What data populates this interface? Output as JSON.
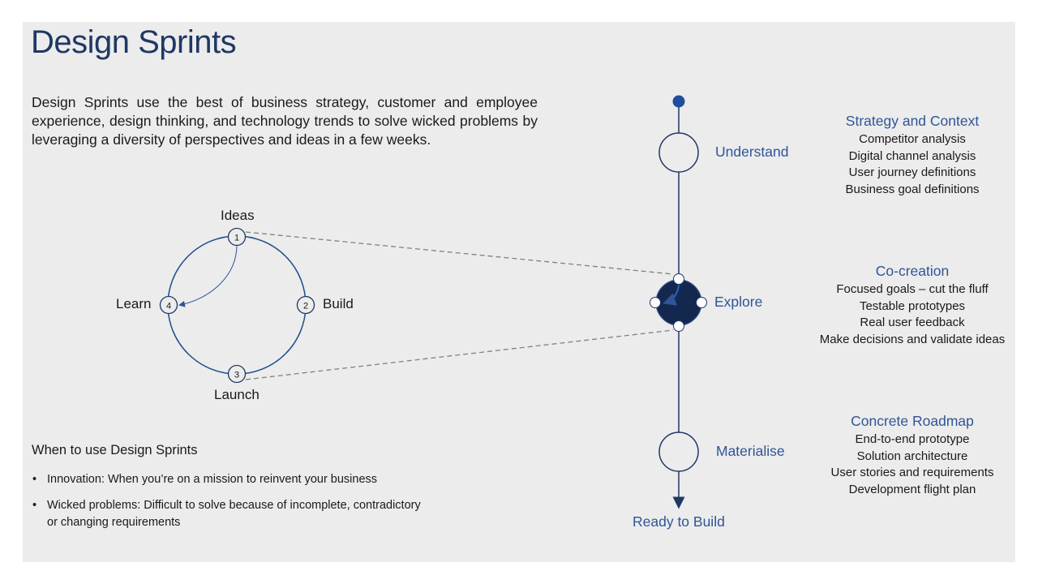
{
  "title": "Design Sprints",
  "intro": "Design Sprints use the best of business strategy, customer and employee experience, design thinking, and technology trends to solve wicked problems by leveraging a diversity of perspectives and ideas in a few weeks.",
  "cycle": {
    "steps": [
      {
        "number": "1",
        "label": "Ideas"
      },
      {
        "number": "2",
        "label": "Build"
      },
      {
        "number": "3",
        "label": "Launch"
      },
      {
        "number": "4",
        "label": "Learn"
      }
    ]
  },
  "timeline": {
    "stages": [
      {
        "label": "Understand"
      },
      {
        "label": "Explore"
      },
      {
        "label": "Materialise"
      }
    ],
    "end_label": "Ready to Build"
  },
  "details": [
    {
      "heading": "Strategy and Context",
      "items": [
        "Competitor analysis",
        "Digital channel analysis",
        "User journey definitions",
        "Business goal definitions"
      ]
    },
    {
      "heading": "Co-creation",
      "items": [
        "Focused goals – cut the fluff",
        "Testable prototypes",
        "Real user feedback",
        "Make decisions and validate ideas"
      ]
    },
    {
      "heading": "Concrete Roadmap",
      "items": [
        "End-to-end prototype",
        "Solution architecture",
        "User stories and requirements",
        "Development flight plan"
      ]
    }
  ],
  "when": {
    "heading": "When to use Design Sprints",
    "bullet_symbol": "•",
    "bullets": [
      "Innovation: When you’re on a mission to reinvent your business",
      "Wicked problems: Difficult to solve because of incomplete, contradictory or changing requirements"
    ]
  },
  "colors": {
    "title": "#1f3864",
    "accent": "#2f5597",
    "node_dark": "#14284f",
    "panel": "#ececec"
  }
}
